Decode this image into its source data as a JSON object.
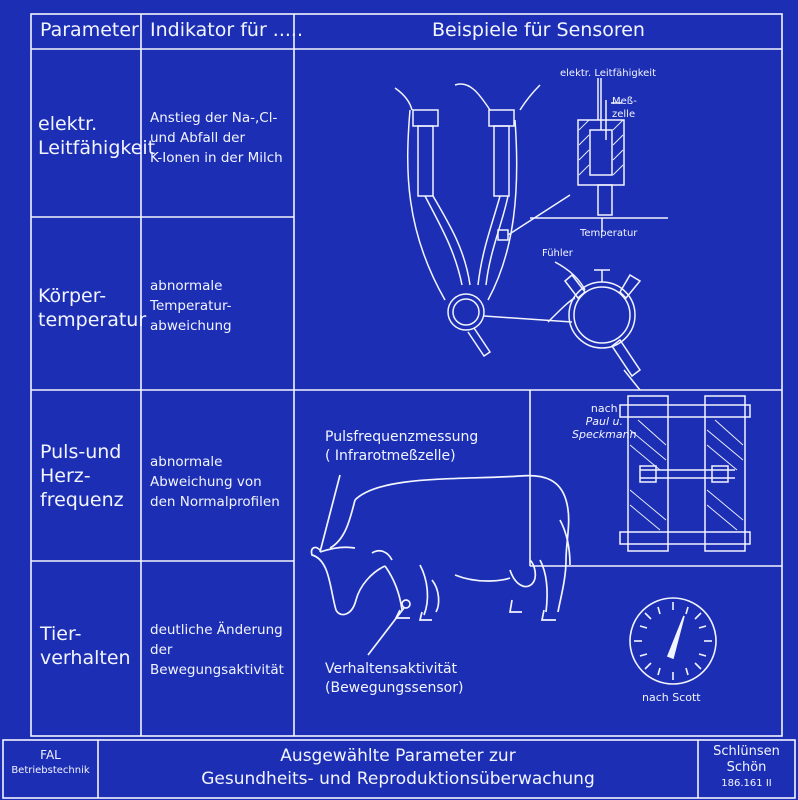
{
  "header": {
    "col_parameter": "Parameter",
    "col_indicator": "Indikator für .....",
    "col_examples": "Beispiele für Sensoren"
  },
  "rows": [
    {
      "parameter": [
        "elektr.",
        "Leitfähigkeit"
      ],
      "indicator": [
        "Anstieg der Na-,Cl-",
        "und Abfall der",
        "K-Ionen in der Milch"
      ]
    },
    {
      "parameter": [
        "Körper-",
        "temperatur"
      ],
      "indicator": [
        "abnormale",
        "Temperatur-",
        "abweichung"
      ]
    },
    {
      "parameter": [
        "Puls-und",
        "Herz-",
        "frequenz"
      ],
      "indicator": [
        "abnormale",
        "Abweichung von",
        "den Normalprofilen"
      ]
    },
    {
      "parameter": [
        "Tier-",
        "verhalten"
      ],
      "indicator": [
        "deutliche Änderung",
        "der",
        "Bewegungsaktivität"
      ]
    }
  ],
  "sensor_labels": {
    "conductivity": "elektr. Leitfähigkeit",
    "cell_1": "Meß-",
    "cell_2": "zelle",
    "temperature": "Temperatur",
    "probe": "Fühler",
    "pulse_1": "Pulsfrequenzmessung",
    "pulse_2": "( Infrarotmeßzelle)",
    "behavior_1": "Verhaltensaktivität",
    "behavior_2": "(Bewegungssensor)",
    "source_1_a": "nach",
    "source_1_b": "Paul u.",
    "source_1_c": "Speckmann",
    "source_2": "nach Scott"
  },
  "footer": {
    "org_1": "FAL",
    "org_2": "Betriebstechnik",
    "title_1": "Ausgewählte Parameter zur",
    "title_2": "Gesundheits- und Reproduktionsüberwachung",
    "authors_1": "Schlünsen",
    "authors_2": "Schön",
    "code": "186.161 II"
  },
  "colors": {
    "background": "#1c2fb4",
    "frame": "#0a1170",
    "line": "#f2f4ff"
  }
}
